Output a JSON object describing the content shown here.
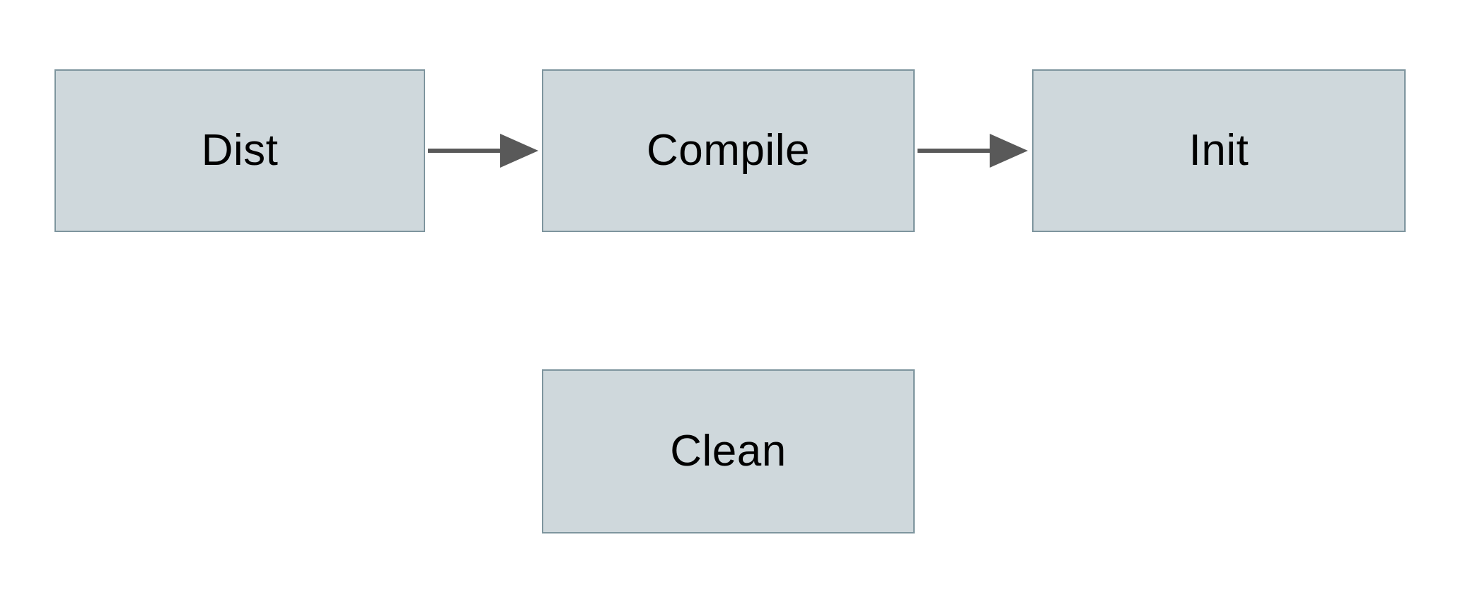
{
  "diagram": {
    "title": "build-targets-flow",
    "nodes": [
      {
        "id": "dist",
        "label": "Dist"
      },
      {
        "id": "compile",
        "label": "Compile"
      },
      {
        "id": "init",
        "label": "Init"
      },
      {
        "id": "clean",
        "label": "Clean"
      }
    ],
    "edges": [
      {
        "from": "Dist",
        "to": "Compile",
        "direction": "right"
      },
      {
        "from": "Compile",
        "to": "Init",
        "direction": "right"
      }
    ],
    "colors": {
      "background": "#ffffff",
      "node_fill": "#cfd8dc",
      "node_border": "#7e959e",
      "arrow": "#595959",
      "text": "#000000"
    }
  }
}
